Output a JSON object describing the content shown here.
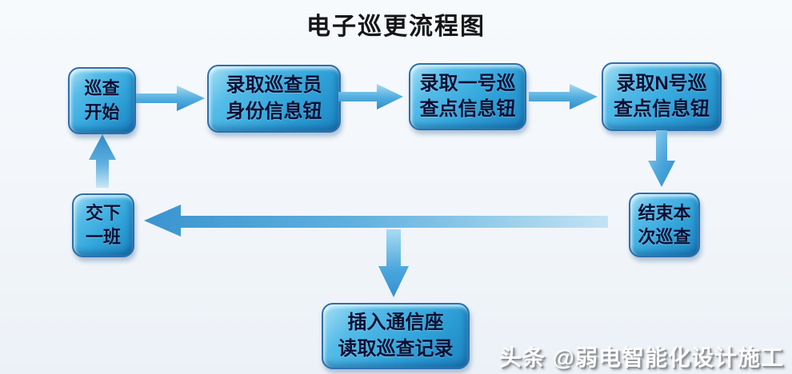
{
  "title": "电子巡更流程图",
  "watermark": "头条 @弱电智能化设计施工",
  "nodes": [
    {
      "id": "start",
      "lines": [
        "巡查",
        "开始"
      ]
    },
    {
      "id": "record-officer",
      "lines": [
        "录取巡查员",
        "身份信息钮"
      ]
    },
    {
      "id": "record-point-1",
      "lines": [
        "录取一号巡",
        "查点信息钮"
      ]
    },
    {
      "id": "record-point-n",
      "lines": [
        "录取N号巡",
        "查点信息钮"
      ]
    },
    {
      "id": "end-patrol",
      "lines": [
        "结束本",
        "次巡查"
      ]
    },
    {
      "id": "handover",
      "lines": [
        "交下",
        "一班"
      ]
    },
    {
      "id": "read-records",
      "lines": [
        "插入通信座",
        "读取巡查记录"
      ]
    }
  ],
  "arrows": [
    {
      "from": "start",
      "to": "record-officer",
      "direction": "right"
    },
    {
      "from": "record-officer",
      "to": "record-point-1",
      "direction": "right"
    },
    {
      "from": "record-point-1",
      "to": "record-point-n",
      "direction": "right"
    },
    {
      "from": "record-point-n",
      "to": "end-patrol",
      "direction": "down"
    },
    {
      "from": "end-patrol",
      "to": "handover",
      "direction": "left"
    },
    {
      "from": "end-patrol",
      "to": "read-records",
      "direction": "down-branch"
    },
    {
      "from": "handover",
      "to": "start",
      "direction": "up"
    }
  ],
  "colors": {
    "background": "#f2f6fa",
    "node_fill_light": "#a6e0f5",
    "node_fill_mid": "#35a8dd",
    "node_fill_dark": "#1e83bd",
    "node_border": "#2d6fae",
    "node_text": "#0c0f33",
    "arrow_light": "#a8daf1",
    "arrow_dark": "#2d8cc8",
    "title_text": "#161618",
    "watermark_text": "#fdfdfd"
  }
}
